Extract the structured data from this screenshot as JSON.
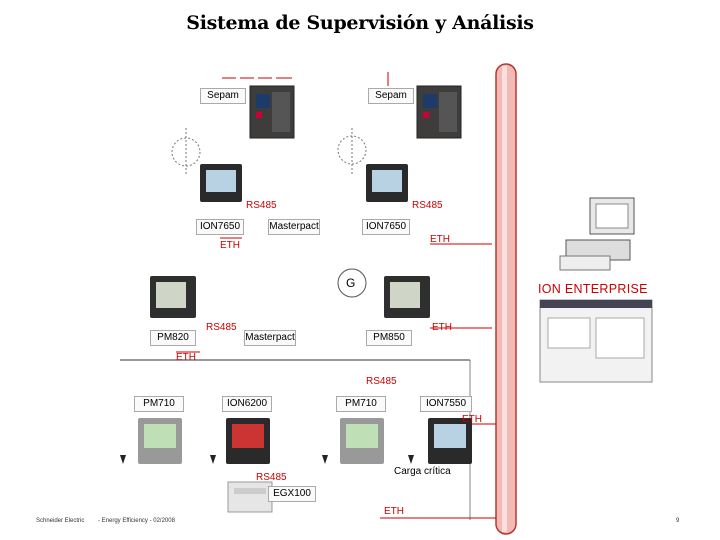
{
  "title": "Sistema de Supervisión y Análisis",
  "colors": {
    "red": "#cc0000",
    "pipe": "#d9534f",
    "line": "#444444"
  },
  "labels": {
    "sepam_1": "Sepam",
    "sepam_2": "Sepam",
    "rs485_1": "RS485",
    "rs485_2": "RS485",
    "rs485_3": "RS485",
    "rs485_4": "RS485",
    "rs485_5": "RS485",
    "ion7650_1": "ION7650",
    "ion7650_2": "ION7650",
    "ion7550": "ION7550",
    "masterpact": "Masterpact",
    "masterpact_2": "Masterpact",
    "eth_1": "ETH",
    "eth_2": "ETH",
    "eth_3": "ETH",
    "eth_4": "ETH",
    "eth_5": "ETH",
    "eth_6": "ETH",
    "g": "G",
    "pm820": "PM820",
    "pm850": "PM850",
    "pm710_1": "PM710",
    "pm710_2": "PM710",
    "ion6200": "ION6200",
    "egx100": "EGX100",
    "carga_critica": "Carga crítica",
    "ion_enterprise": "ION ENTERPRISE"
  },
  "footer": {
    "left": "Schneider Electric",
    "center": "- Energy Efficiency - 02/2008",
    "page": "9"
  }
}
